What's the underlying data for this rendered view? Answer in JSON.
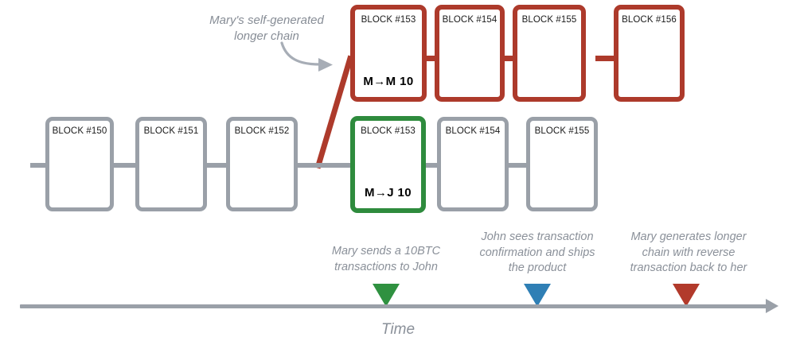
{
  "diagram": {
    "title": "Blockchain double-spend attack timeline",
    "colors": {
      "gray": "#9aa0a8",
      "red": "#ad3a2b",
      "green": "#2e8b3d",
      "marker_green": "#2f9140",
      "marker_blue": "#2f7fb5",
      "marker_red": "#b23a2b",
      "note_text": "#8a9099"
    }
  },
  "main_chain": {
    "name": "main-chain",
    "blocks": [
      {
        "label": "BLOCK #150",
        "tx": ""
      },
      {
        "label": "BLOCK #151",
        "tx": ""
      },
      {
        "label": "BLOCK #152",
        "tx": ""
      },
      {
        "label": "BLOCK #153",
        "tx": "M→J  10"
      },
      {
        "label": "BLOCK #154",
        "tx": ""
      },
      {
        "label": "BLOCK #155",
        "tx": ""
      }
    ]
  },
  "attacker_chain": {
    "name": "attacker-chain",
    "blocks": [
      {
        "label": "BLOCK #153",
        "tx": "M→M 10"
      },
      {
        "label": "BLOCK #154",
        "tx": ""
      },
      {
        "label": "BLOCK #155",
        "tx": ""
      },
      {
        "label": "BLOCK #156",
        "tx": ""
      }
    ]
  },
  "annotations": {
    "fork_note": "Mary's self-generated\nlonger chain",
    "fork_note_line1": "Mary's self-generated",
    "fork_note_line2": "longer chain",
    "events": [
      {
        "text_lines": [
          "Mary sends a 10BTC",
          "transactions to John"
        ],
        "marker_color": "green",
        "name": "event-mary-sends"
      },
      {
        "text_lines": [
          "John sees transaction",
          "confirmation and ships",
          "the product"
        ],
        "marker_color": "blue",
        "name": "event-john-ships"
      },
      {
        "text_lines": [
          "Mary generates longer",
          "chain with reverse",
          "transaction back to her"
        ],
        "marker_color": "red",
        "name": "event-mary-reverses"
      }
    ]
  },
  "timeline": {
    "label": "Time"
  }
}
